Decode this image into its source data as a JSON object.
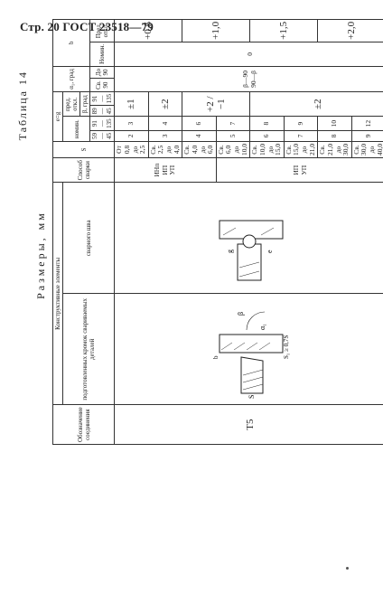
{
  "page_header": "Стр. 20 ГОСТ 23518—79",
  "table_title": "Таблица 14",
  "caption": "Размеры, мм",
  "columns": {
    "designation": "Обозначение соединения",
    "structural": "Конструктивные элементы",
    "prepared_edges": "подготовленных кромок свариваемых деталей",
    "weld": "сварного шва",
    "method": "Способ сварки",
    "s": "S",
    "e_g": "e=g",
    "nomin": "номин.",
    "pred_otkl": "пред. откл.",
    "beta_grad": "β, град",
    "alpha_grad": "α₁, град",
    "b": "b",
    "b_nomin": "Номин.",
    "b_pred": "Пред. откл."
  },
  "subcols": {
    "r1": "59—45",
    "r2": "91—135",
    "r3": "89—45",
    "r4": "91—135",
    "a1": "Св. 90",
    "a2": "До 90"
  },
  "connection": "Т5",
  "methods_top": "ИНп ИП УП",
  "methods_bottom": "ИП УП",
  "alpha_value": "β—90 90—β",
  "b_nominal": "0",
  "rows": [
    {
      "s": "От 0,8 до 2,5",
      "n1": "2",
      "n2": "3",
      "tol": "±1",
      "b_tol": "+0,5"
    },
    {
      "s": "Св. 2,5 до 4,0",
      "n1": "3",
      "n2": "4",
      "tol": "±2",
      "b_tol": ""
    },
    {
      "s": "Св. 4,0 до 6,0",
      "n1": "4",
      "n2": "6",
      "tol": "+2 / −1",
      "b_tol": "+1,0"
    },
    {
      "s": "Св. 6,0 до 10,0",
      "n1": "5",
      "n2": "7",
      "tol": "",
      "b_tol": ""
    },
    {
      "s": "Св. 10,0 до 15,0",
      "n1": "6",
      "n2": "8",
      "tol": "",
      "b_tol": "+1,5"
    },
    {
      "s": "Св. 15,0 до 21,0",
      "n1": "7",
      "n2": "9",
      "tol": "±2",
      "b_tol": ""
    },
    {
      "s": "Св. 21,0 до 30,0",
      "n1": "8",
      "n2": "10",
      "tol": "",
      "b_tol": "+2,0"
    },
    {
      "s": "Св. 30,0 до 40,0",
      "n1": "9",
      "n2": "12",
      "tol": "",
      "b_tol": ""
    }
  ],
  "drawing_labels": {
    "s": "S",
    "beta": "β",
    "alpha": "α₁",
    "b": "b",
    "e": "e",
    "g": "g",
    "s1": "S₁ ≥ 0,7S"
  },
  "colors": {
    "ink": "#222222",
    "paper": "#ffffff"
  }
}
